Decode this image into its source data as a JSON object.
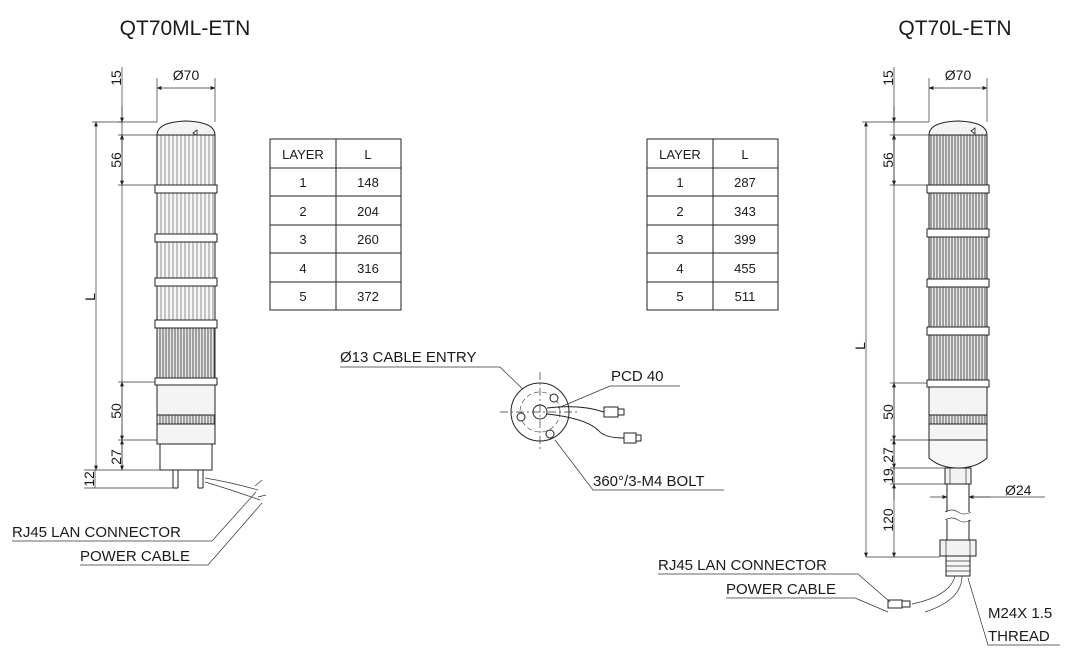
{
  "left": {
    "title": "QT70ML-ETN",
    "diameter": "Ø70",
    "dims": [
      "15",
      "56",
      "L",
      "50",
      "27",
      "12"
    ],
    "callouts": [
      "RJ45 LAN CONNECTOR",
      "POWER CABLE"
    ],
    "table": {
      "headers": [
        "LAYER",
        "L"
      ],
      "rows": [
        [
          "1",
          "148"
        ],
        [
          "2",
          "204"
        ],
        [
          "3",
          "260"
        ],
        [
          "4",
          "316"
        ],
        [
          "5",
          "372"
        ]
      ]
    }
  },
  "right": {
    "title": "QT70L-ETN",
    "diameter": "Ø70",
    "dims": [
      "15",
      "56",
      "L",
      "50",
      "27",
      "19",
      "120"
    ],
    "pole_diameter": "Ø24",
    "callouts": [
      "RJ45 LAN CONNECTOR",
      "POWER CABLE"
    ],
    "thread": [
      "M24X 1.5",
      "THREAD"
    ],
    "table": {
      "headers": [
        "LAYER",
        "L"
      ],
      "rows": [
        [
          "1",
          "287"
        ],
        [
          "2",
          "343"
        ],
        [
          "3",
          "399"
        ],
        [
          "4",
          "455"
        ],
        [
          "5",
          "511"
        ]
      ]
    }
  },
  "base": {
    "cable_entry": "Ø13 CABLE ENTRY",
    "pcd": "PCD 40",
    "bolt": "360°/3-M4 BOLT"
  }
}
